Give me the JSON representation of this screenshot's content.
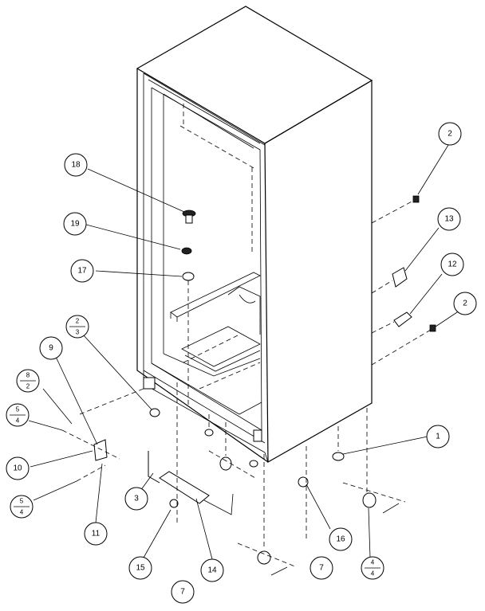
{
  "callouts": {
    "c1": "1",
    "c2a": "2",
    "c2b": "2",
    "c3": "3",
    "c7a": "7",
    "c7b": "7",
    "c9": "9",
    "c10": "10",
    "c11": "11",
    "c12": "12",
    "c13": "13",
    "c14": "14",
    "c15": "15",
    "c16": "16",
    "c17": "17",
    "c18": "18",
    "c19": "19"
  },
  "fractions": {
    "f_2_3": {
      "top": "2",
      "bottom": "3"
    },
    "f_8_2": {
      "top": "8",
      "bottom": "2"
    },
    "f_5_4a": {
      "top": "5",
      "bottom": "4"
    },
    "f_5_4b": {
      "top": "5",
      "bottom": "4"
    },
    "f_4_4": {
      "top": "4",
      "bottom": "4"
    }
  }
}
